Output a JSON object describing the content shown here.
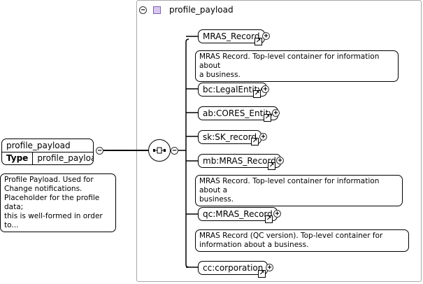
{
  "type_panel": {
    "collapse_symbol": "−",
    "title": "profile_payload"
  },
  "root": {
    "name": "profile_payload",
    "type_label": "Type",
    "type_value": "profile_payload",
    "collapse_symbol": "−",
    "note": [
      "Profile Payload. Used for",
      "Change notifications.",
      "Placeholder for the profile data;",
      "this is well-formed in order to..."
    ]
  },
  "sequence": {
    "collapse_symbol": "−"
  },
  "elements": [
    {
      "label": "MRAS_Record",
      "note": [
        "MRAS Record. Top-level container for information about",
        "a business."
      ]
    },
    {
      "label": "bc:LegalEntity",
      "note": []
    },
    {
      "label": "ab:CORES_Entity",
      "note": []
    },
    {
      "label": "sk:SK_record",
      "note": []
    },
    {
      "label": "mb:MRAS_Record",
      "note": [
        "MRAS Record. Top-level container for information about a",
        "business."
      ]
    },
    {
      "label": "qc:MRAS_Record",
      "note": [
        "MRAS Record (QC version). Top-level container for",
        "information about a business."
      ]
    },
    {
      "label": "cc:corporation",
      "note": []
    }
  ],
  "icons": {
    "expand": "+",
    "reference_arrow": "↗"
  },
  "colors": {
    "panel_border": "#a8a8a8",
    "type_icon_fill": "#d8c8ef",
    "type_icon_border": "#7e63ad"
  }
}
